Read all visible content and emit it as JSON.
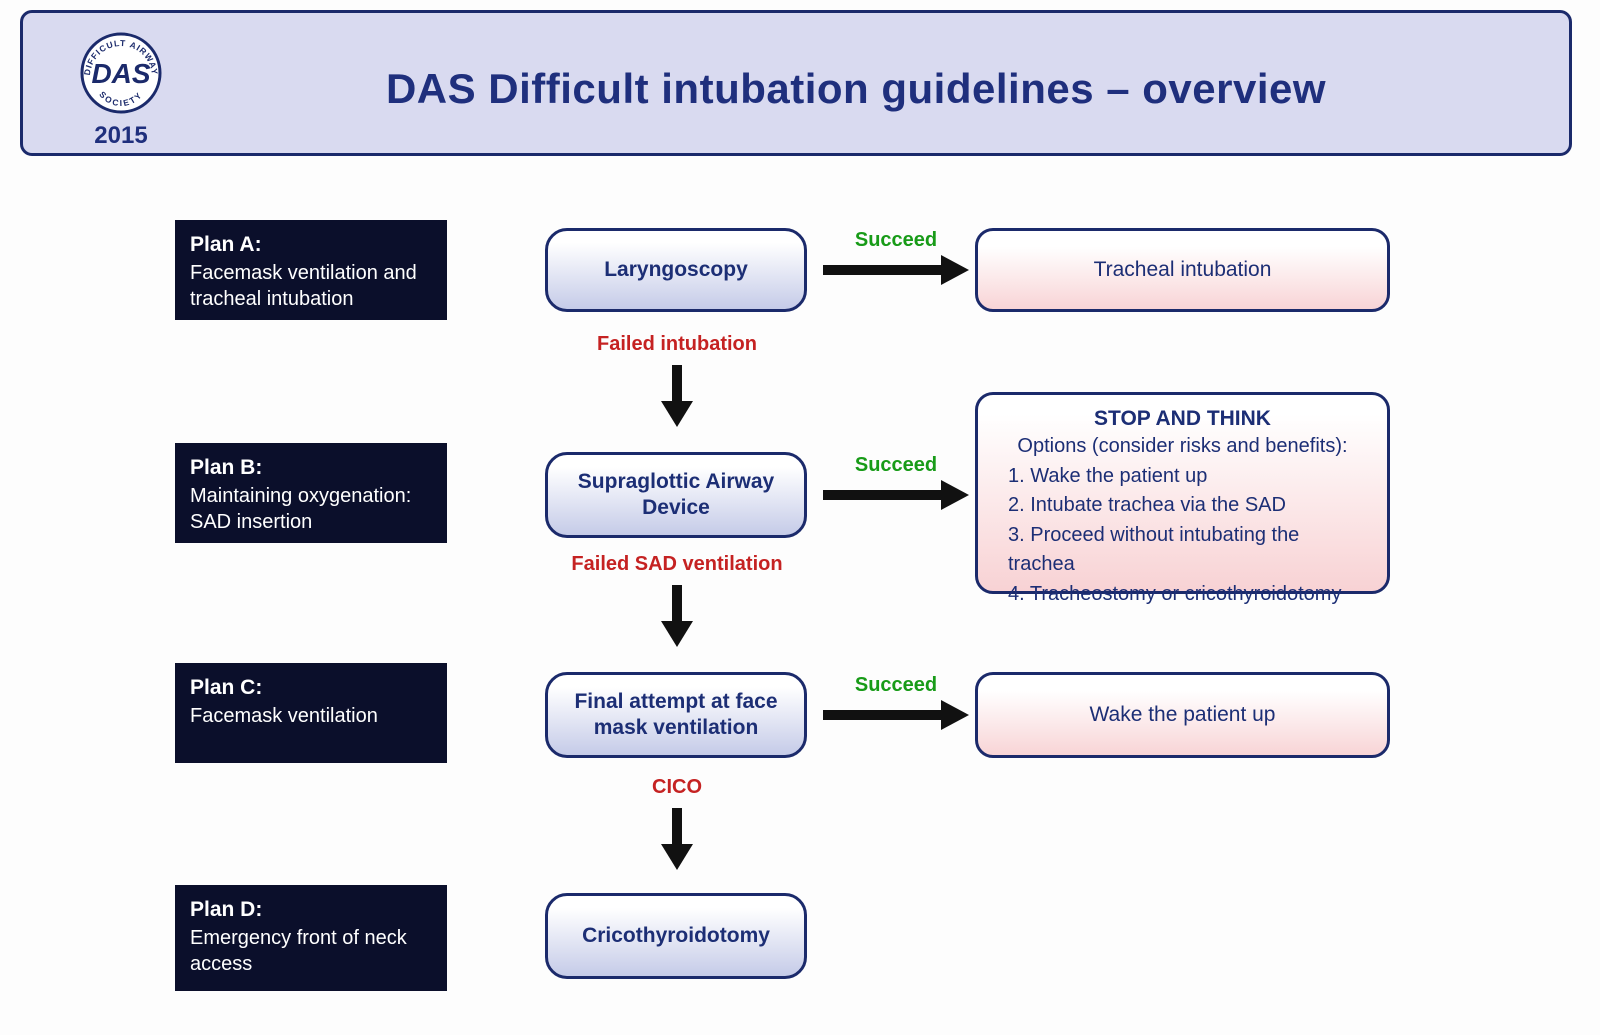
{
  "header": {
    "title": "DAS Difficult intubation guidelines – overview",
    "year": "2015",
    "logo_text": "DAS",
    "logo_arc_top": "DIFFICULT AIRWAY",
    "logo_arc_bottom": "SOCIETY"
  },
  "colors": {
    "navy_border": "#1b2a6b",
    "navy_text": "#1c2e75",
    "plan_box": "#0b0f2b",
    "header_bg": "#d9daf0",
    "succeed_green": "#189b18",
    "fail_red": "#c52222",
    "step_gradient_bottom": "#c5cbe8",
    "outcome_gradient_bottom": "#f8d4d6"
  },
  "plans": [
    {
      "label": "Plan A:",
      "desc": "Facemask ventilation and\ntracheal intubation"
    },
    {
      "label": "Plan B:",
      "desc": "Maintaining oxygenation:\nSAD insertion"
    },
    {
      "label": "Plan C:",
      "desc": "Facemask ventilation"
    },
    {
      "label": "Plan D:",
      "desc": "Emergency front of neck\naccess"
    }
  ],
  "steps": [
    "Laryngoscopy",
    "Supraglottic Airway\nDevice",
    "Final attempt at face\nmask ventilation",
    "Cricothyroidotomy"
  ],
  "outcomes": {
    "tracheal": "Tracheal intubation",
    "wake": "Wake the patient up"
  },
  "stop_think": {
    "title": "STOP AND THINK",
    "subtitle": "Options (consider risks and benefits):",
    "options": [
      "1. Wake the patient up",
      "2. Intubate trachea via the SAD",
      "3. Proceed without intubating the trachea",
      "4. Tracheostomy or cricothyroidotomy"
    ]
  },
  "labels": {
    "succeed": "Succeed",
    "failed_intubation": "Failed intubation",
    "failed_sad": "Failed SAD ventilation",
    "cico": "CICO"
  }
}
